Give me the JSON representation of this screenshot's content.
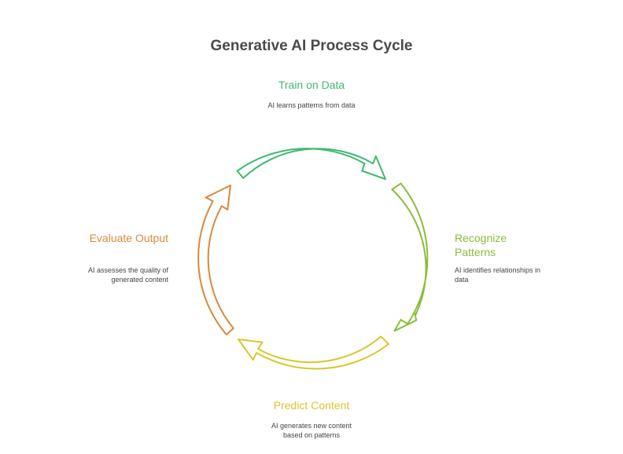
{
  "title": "Generative AI Process Cycle",
  "colors": {
    "train": "#3fb96f",
    "recognize": "#8bbd3a",
    "predict": "#d8c72a",
    "evaluate": "#d9893a"
  },
  "stages": {
    "train": {
      "title": "Train on Data",
      "description": "AI learns patterns from data"
    },
    "recognize": {
      "title": "Recognize Patterns",
      "description": "AI identifies relationships in data"
    },
    "predict": {
      "title": "Predict Content",
      "description": "AI generates new content based on patterns"
    },
    "evaluate": {
      "title": "Evaluate Output",
      "description": "AI assesses the quality of generated content"
    }
  }
}
